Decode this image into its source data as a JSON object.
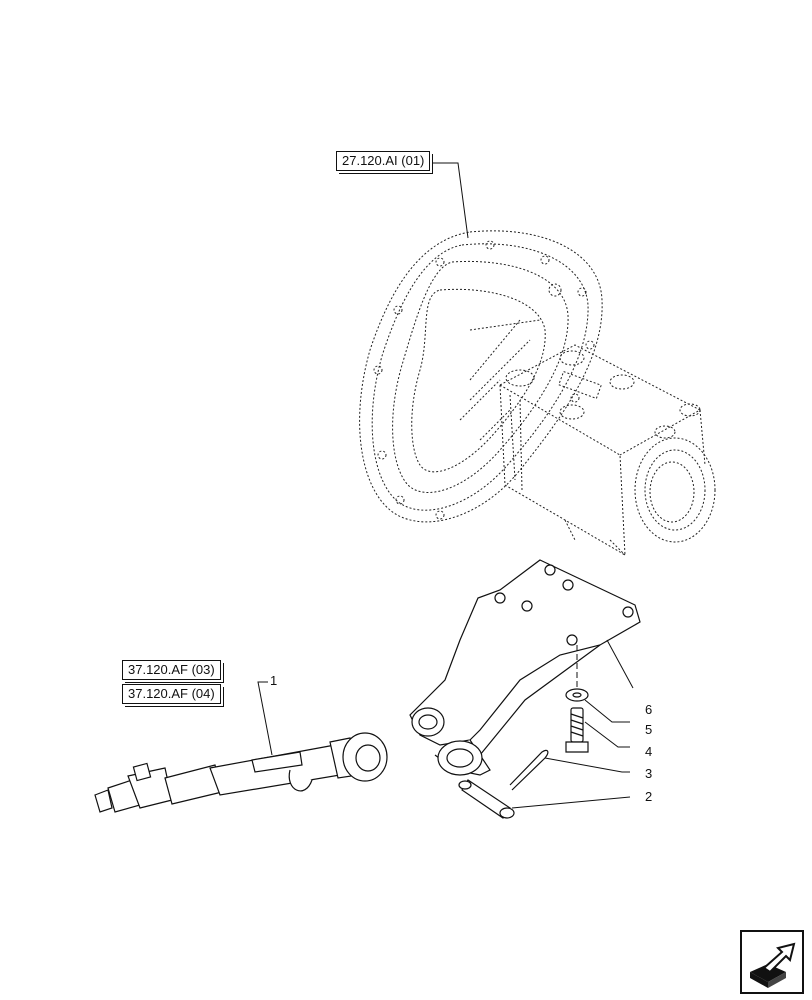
{
  "references": {
    "axle_housing": "27.120.AI (01)",
    "top_link_a": "37.120.AF (03)",
    "top_link_b": "37.120.AF (04)"
  },
  "callouts": {
    "item_1": "1",
    "item_2": "2",
    "item_3": "3",
    "item_4": "4",
    "item_5": "5",
    "item_6": "6"
  },
  "nav": {
    "icon": "next-page-arrow-icon"
  }
}
